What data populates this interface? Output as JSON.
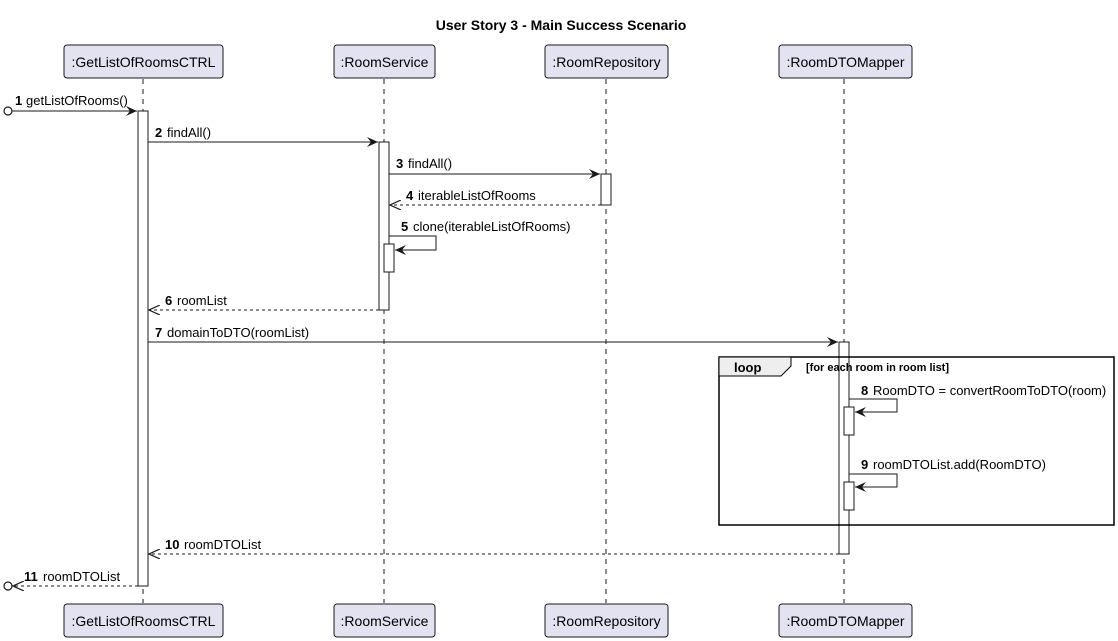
{
  "title": "User Story 3 - Main Success Scenario",
  "participants": [
    ":GetListOfRoomsCTRL",
    ":RoomService",
    ":RoomRepository",
    ":RoomDTOMapper"
  ],
  "messages": [
    {
      "num": "1",
      "label": "getListOfRooms()"
    },
    {
      "num": "2",
      "label": "findAll()"
    },
    {
      "num": "3",
      "label": "findAll()"
    },
    {
      "num": "4",
      "label": "iterableListOfRooms"
    },
    {
      "num": "5",
      "label": "clone(iterableListOfRooms)"
    },
    {
      "num": "6",
      "label": "roomList"
    },
    {
      "num": "7",
      "label": "domainToDTO(roomList)"
    },
    {
      "num": "8",
      "label": "RoomDTO = convertRoomToDTO(room)"
    },
    {
      "num": "9",
      "label": "roomDTOList.add(RoomDTO)"
    },
    {
      "num": "10",
      "label": "roomDTOList"
    },
    {
      "num": "11",
      "label": "roomDTOList"
    }
  ],
  "loop": {
    "keyword": "loop",
    "condition": "[for each room in room list]"
  },
  "colors": {
    "participant_fill": "#e2e2f0",
    "participant_border": "#181818",
    "lifeline": "#181818",
    "loop_header": "#eeeeee"
  }
}
